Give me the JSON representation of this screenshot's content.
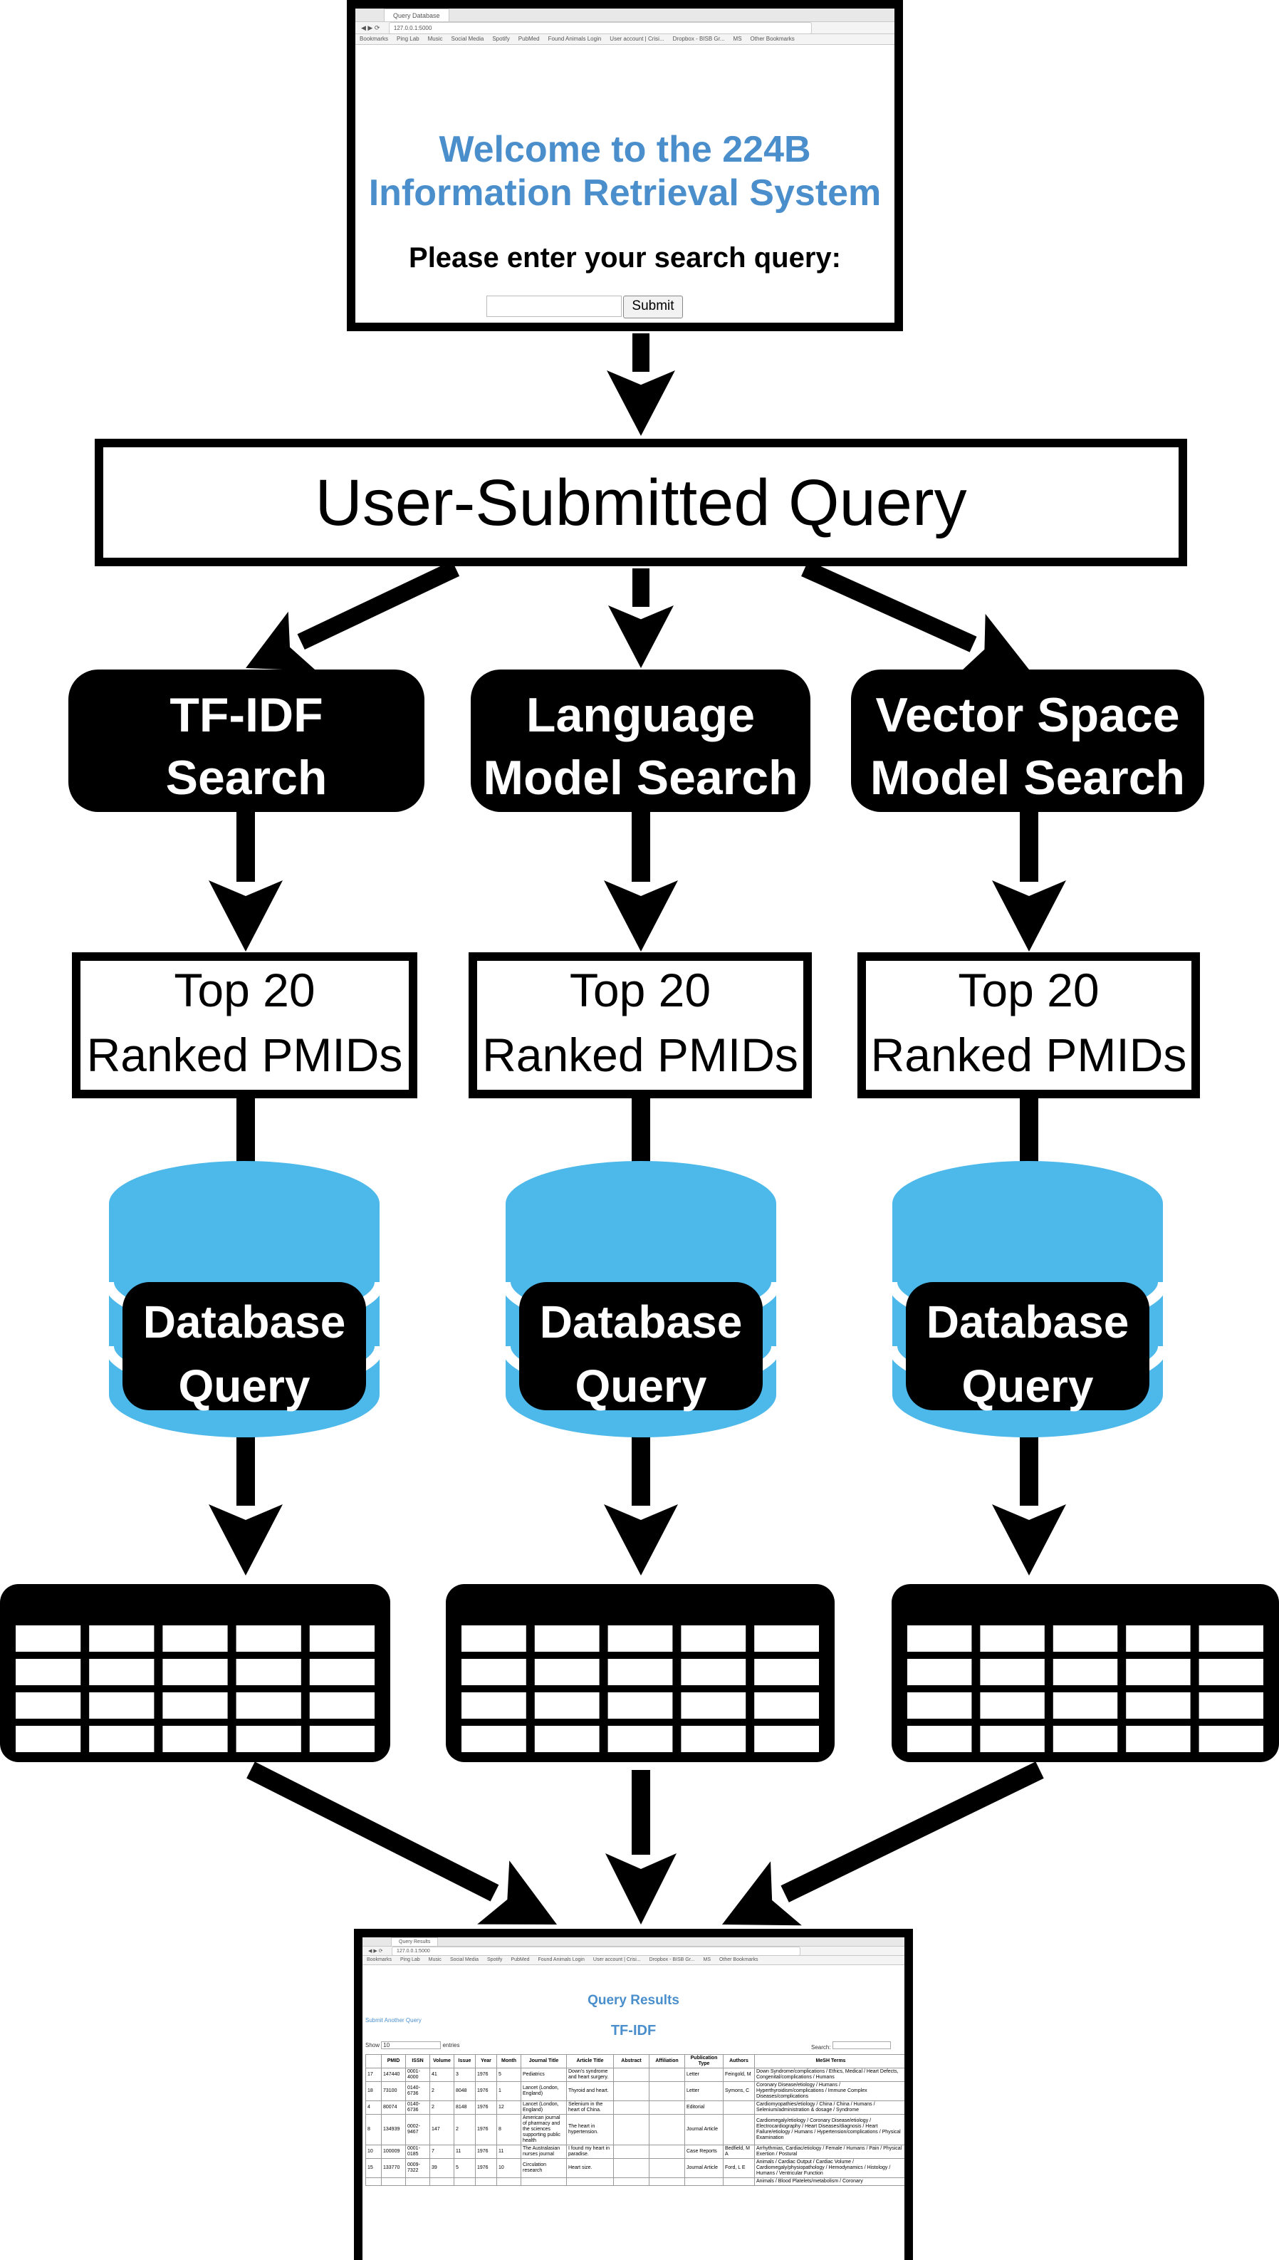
{
  "top_browser": {
    "tab_title": "Query Database",
    "url": "127.0.0.1:5000",
    "bookmarks": [
      "Bookmarks",
      "Ping Lab",
      "Music",
      "Social Media",
      "Spotify",
      "PubMed",
      "Found Animals Login",
      "User account | Crisi...",
      "Dropbox - BISB Gr...",
      "MS",
      "Other Bookmarks"
    ],
    "welcome_line1": "Welcome to the 224B",
    "welcome_line2": "Information Retrieval System",
    "prompt": "Please enter your search query:",
    "submit_label": "Submit",
    "colors": {
      "heading": "#4a8fcc"
    }
  },
  "query_box": {
    "label": "User-Submitted Query"
  },
  "columns": [
    {
      "search_line1": "TF-IDF",
      "search_line2": "Search",
      "ranked_line1": "Top 20",
      "ranked_line2": "Ranked PMIDs",
      "db_line1": "Database",
      "db_line2": "Query",
      "table_icon": "table-icon"
    },
    {
      "search_line1": "Language",
      "search_line2": "Model Search",
      "ranked_line1": "Top 20",
      "ranked_line2": "Ranked PMIDs",
      "db_line1": "Database",
      "db_line2": "Query",
      "table_icon": "table-icon"
    },
    {
      "search_line1": "Vector Space",
      "search_line2": "Model Search",
      "ranked_line1": "Top 20",
      "ranked_line2": "Ranked PMIDs",
      "db_line1": "Database",
      "db_line2": "Query",
      "table_icon": "table-icon"
    }
  ],
  "database_icon": {
    "icon": "database-icon",
    "color": "#4db8ea"
  },
  "results_browser": {
    "tab_title": "Query Results",
    "url": "127.0.0.1:5000",
    "bookmarks": [
      "Bookmarks",
      "Ping Lab",
      "Music",
      "Social Media",
      "Spotify",
      "PubMed",
      "Found Animals Login",
      "User account | Crisi...",
      "Dropbox - BISB Gr...",
      "MS",
      "Other Bookmarks"
    ],
    "heading": "Query Results",
    "link": "Submit Another Query",
    "section_title": "TF-IDF",
    "show_label": "Show",
    "show_value": "10",
    "entries_label": "entries",
    "search_label": "Search:",
    "headers": [
      "",
      "PMID",
      "ISSN",
      "Volume",
      "Issue",
      "Year",
      "Month",
      "Journal Title",
      "Article Title",
      "Abstract",
      "Affiliation",
      "Publication Type",
      "Authors",
      "MeSH Terms"
    ],
    "rows": [
      [
        "17",
        "147440",
        "0001-4000",
        "41",
        "3",
        "1976",
        "5",
        "Pediatrics",
        "Down's syndrome and heart surgery.",
        "",
        "",
        "Letter",
        "Feingold, M",
        "Down Syndrome/complications / Ethics, Medical / Heart Defects, Congenital/complications / Humans"
      ],
      [
        "18",
        "73100",
        "0140-6736",
        "2",
        "8048",
        "1976",
        "1",
        "Lancet (London, England)",
        "Thyroid and heart.",
        "",
        "",
        "Letter",
        "Symons, C",
        "Coronary Disease/etiology / Humans / Hyperthyroidism/complications / Immune Complex Diseases/complications"
      ],
      [
        "4",
        "80074",
        "0140-6736",
        "2",
        "8148",
        "1976",
        "12",
        "Lancet (London, England)",
        "Selenium in the heart of China.",
        "",
        "",
        "Editorial",
        "",
        "Cardiomyopathies/etiology / China / China / Humans / Selenium/administration & dosage / Syndrome"
      ],
      [
        "8",
        "134939",
        "0002-9467",
        "147",
        "2",
        "1976",
        "8",
        "American journal of pharmacy and the sciences supporting public health",
        "The heart in hypertension.",
        "",
        "",
        "Journal Article",
        "",
        "Cardiomegaly/etiology / Coronary Disease/etiology / Electrocardiography / Heart Diseases/diagnosis / Heart Failure/etiology / Humans / Hypertension/complications / Physical Examination"
      ],
      [
        "10",
        "100009",
        "0001-0185",
        "7",
        "11",
        "1976",
        "11",
        "The Australasian nurses journal",
        "I found my heart in paradise.",
        "",
        "",
        "Case Reports",
        "Bedfield, M A",
        "Arrhythmias, Cardiac/etiology / Female / Humans / Pain / Physical Exertion / Postural"
      ],
      [
        "15",
        "133770",
        "0009-7322",
        "39",
        "5",
        "1976",
        "10",
        "Circulation research",
        "Heart size.",
        "",
        "",
        "Journal Article",
        "Ford, L E",
        "Animals / Cardiac Output / Cardiac Volume / Cardiomegaly/physiopathology / Hemodynamics / Histology / Humans / Ventricular Function"
      ],
      [
        "",
        "",
        "",
        "",
        "",
        "",
        "",
        "",
        "",
        "",
        "",
        "",
        "",
        "Animals / Blood Platelets/metabolism / Coronary"
      ]
    ],
    "colors": {
      "heading": "#4a8fcc"
    }
  }
}
